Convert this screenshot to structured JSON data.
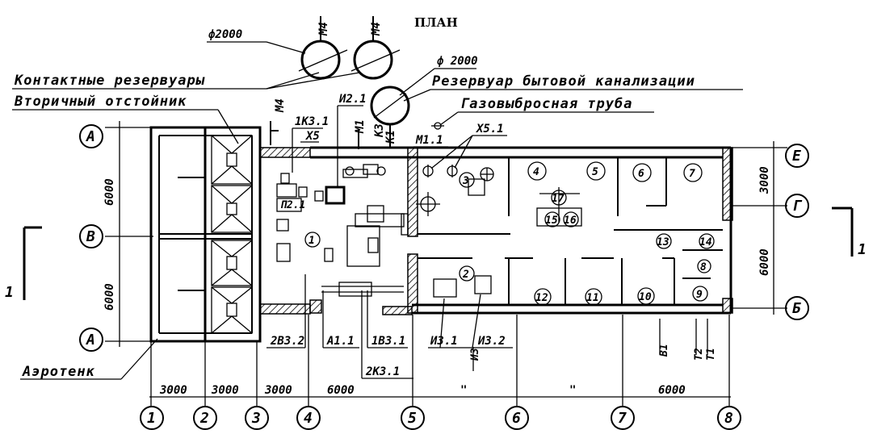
{
  "title": "ПЛАН",
  "labels": {
    "contact_tanks": "Контактные резервуары",
    "secondary_settler": "Вторичный отстойник",
    "aerotank": "Аэротенк",
    "household_sewage_tank": "Резервуар бытовой канализации",
    "gas_exhaust_pipe": "Газовыбросная труба",
    "diam_tanks": "ф2000",
    "diam_sewage": "ф 2000"
  },
  "pipe_tags": {
    "m4_a": "М4",
    "m4_b": "М4",
    "m4_left": "М4",
    "k3_1": "1К3.1",
    "x5": "Х5",
    "i2_1": "И2.1",
    "m1": "М1",
    "k3": "К3",
    "k1": "К1",
    "m1_1": "М1.1",
    "x5_1": "Х5.1",
    "p2_1": "П2.1",
    "b3_2": "2В3.2",
    "a1_1": "А1.1",
    "b3_1": "1В3.1",
    "k3_1b": "2К3.1",
    "i3_1": "И3.1",
    "i3_2": "И3.2",
    "i3": "И3",
    "b1": "В1",
    "t2": "Т2",
    "t1": "Т1"
  },
  "axes_rows": {
    "a_top": "А",
    "v": "В",
    "a_bottom": "А",
    "e": "Е",
    "g": "Г",
    "b": "Б"
  },
  "axes_cols": [
    "1",
    "2",
    "3",
    "4",
    "5",
    "6",
    "7",
    "8"
  ],
  "dimensions": {
    "left_top": "6000",
    "left_bottom": "6000",
    "right_top": "3000",
    "right_bottom": "6000",
    "bottom_1_2": "3000",
    "bottom_2_3": "3000",
    "bottom_3_4": "3000",
    "bottom_4_5": "6000",
    "bottom_5_6": "\"",
    "bottom_6_7": "\"",
    "bottom_7_8": "6000"
  },
  "rooms": [
    "1",
    "2",
    "3",
    "4",
    "5",
    "6",
    "7",
    "8",
    "9",
    "10",
    "11",
    "12",
    "13",
    "14",
    "15",
    "16",
    "17"
  ],
  "section_marks": {
    "left": "1",
    "right": "1"
  }
}
